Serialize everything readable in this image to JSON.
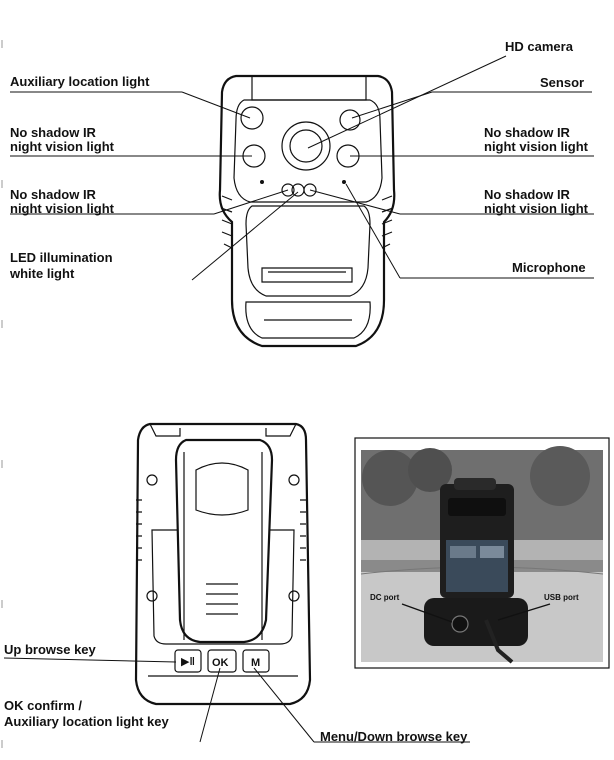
{
  "front_labels": {
    "hd_camera": "HD camera",
    "aux_location_light": "Auxiliary location light",
    "sensor": "Sensor",
    "ir_left_1": "No shadow IR",
    "ir_left_2": "night vision light",
    "ir_right_1": "No shadow IR",
    "ir_right_2": "night vision light",
    "ir_left_lower_1": "No shadow IR",
    "ir_left_lower_2": "night vision light",
    "ir_right_lower_1": "No shadow IR",
    "ir_right_lower_2": "night vision light",
    "led_1": "LED  illumination",
    "led_2": "white light",
    "microphone": "Microphone"
  },
  "back_labels": {
    "up_browse": "Up browse key",
    "ok_1": "OK confirm /",
    "ok_2": "Auxiliary location light key",
    "menu_down": "Menu/Down browse key"
  },
  "buttons": {
    "play_glyph": "▶‖",
    "ok": "OK",
    "menu": "M"
  },
  "photo_labels": {
    "dc_port": "DC port",
    "usb_port": "USB port"
  }
}
